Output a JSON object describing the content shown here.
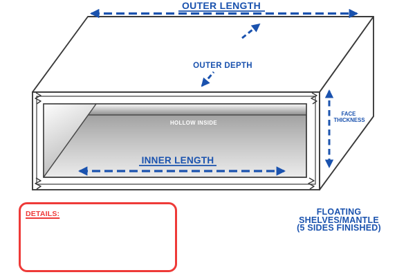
{
  "diagram": {
    "labels": {
      "outer_length": "OUTER LENGTH",
      "outer_depth": "OUTER DEPTH",
      "inner_length": "INNER LENGTH",
      "face_thickness_line1": "FACE",
      "face_thickness_line2": "THICKNESS",
      "hollow_inside": "HOLLOW INSIDE"
    },
    "colors": {
      "annotation_blue": "#1a52ae",
      "outline_dark": "#3a3a3a",
      "details_red": "#ee3a38",
      "hollow_text_white": "#ffffff"
    }
  },
  "details_box": {
    "title": "DETAILS:"
  },
  "caption": {
    "line1": "FLOATING",
    "line2": "SHELVES/MANTLE",
    "line3": "(5 SIDES FINISHED)"
  }
}
